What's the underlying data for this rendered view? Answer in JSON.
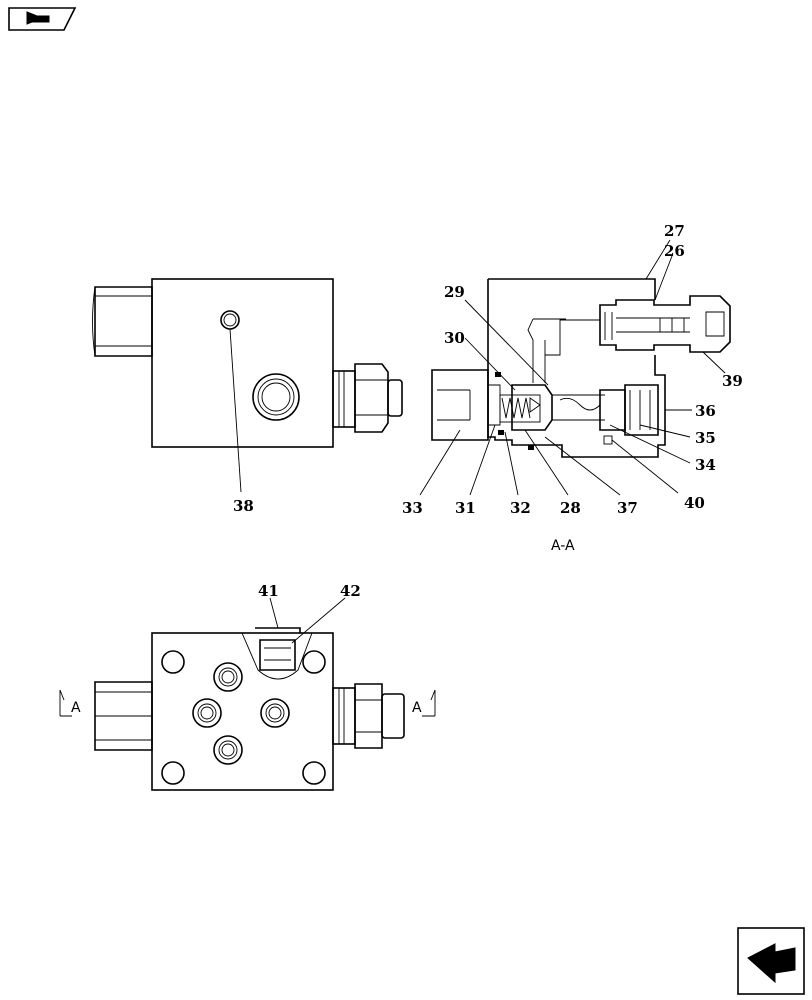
{
  "views": {
    "side_view": {
      "callouts": [
        "38"
      ]
    },
    "section_view": {
      "caption": "A-A",
      "callouts": [
        "27",
        "26",
        "29",
        "30",
        "39",
        "36",
        "35",
        "34",
        "33",
        "31",
        "32",
        "28",
        "37",
        "40"
      ]
    },
    "top_view": {
      "callouts": [
        "41",
        "42"
      ],
      "section_marks": [
        "A",
        "A"
      ]
    }
  },
  "icons": {
    "top_left": "book-arrow-icon",
    "bottom_right": "next-page-arrow-icon"
  }
}
